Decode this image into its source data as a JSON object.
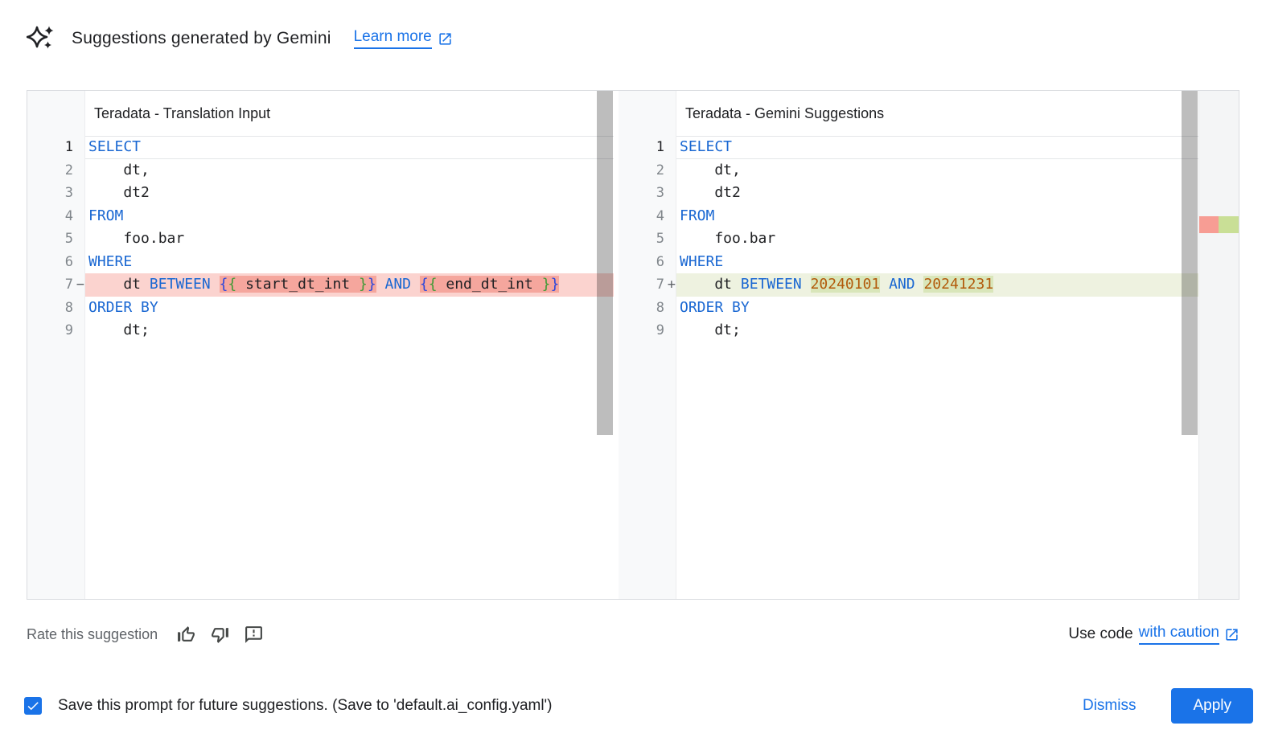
{
  "header": {
    "title": "Suggestions generated by Gemini",
    "learn_more_label": "Learn more"
  },
  "panels": {
    "left": {
      "title": "Teradata - Translation Input",
      "lines": [
        {
          "num": "1",
          "active": true,
          "segments": [
            {
              "t": "SELECT",
              "c": "kw"
            }
          ]
        },
        {
          "num": "2",
          "segments": [
            {
              "t": "    dt,",
              "c": "txt"
            }
          ]
        },
        {
          "num": "3",
          "segments": [
            {
              "t": "    dt2",
              "c": "txt"
            }
          ]
        },
        {
          "num": "4",
          "segments": [
            {
              "t": "FROM",
              "c": "kw"
            }
          ]
        },
        {
          "num": "5",
          "segments": [
            {
              "t": "    foo.bar",
              "c": "txt"
            }
          ]
        },
        {
          "num": "6",
          "segments": [
            {
              "t": "WHERE",
              "c": "kw"
            }
          ]
        },
        {
          "num": "7",
          "marker": "−",
          "type": "del",
          "segments": [
            {
              "t": "    dt ",
              "c": "txt"
            },
            {
              "t": "BETWEEN",
              "c": "kw"
            },
            {
              "t": " ",
              "c": "txt"
            },
            {
              "t": "{",
              "c": "br1",
              "hl": true
            },
            {
              "t": "{",
              "c": "br2",
              "hl": true
            },
            {
              "t": " start_dt_int ",
              "c": "txt",
              "hl": true
            },
            {
              "t": "}",
              "c": "br2",
              "hl": true
            },
            {
              "t": "}",
              "c": "br1",
              "hl": true
            },
            {
              "t": " ",
              "c": "txt"
            },
            {
              "t": "AND",
              "c": "kw"
            },
            {
              "t": " ",
              "c": "txt"
            },
            {
              "t": "{",
              "c": "br1",
              "hl": true
            },
            {
              "t": "{",
              "c": "br2",
              "hl": true
            },
            {
              "t": " end_dt_int ",
              "c": "txt",
              "hl": true
            },
            {
              "t": "}",
              "c": "br2",
              "hl": true
            },
            {
              "t": "}",
              "c": "br1",
              "hl": true
            }
          ]
        },
        {
          "num": "8",
          "segments": [
            {
              "t": "ORDER BY",
              "c": "kw"
            }
          ]
        },
        {
          "num": "9",
          "segments": [
            {
              "t": "    dt;",
              "c": "txt"
            }
          ]
        }
      ]
    },
    "right": {
      "title": "Teradata - Gemini Suggestions",
      "lines": [
        {
          "num": "1",
          "active": true,
          "segments": [
            {
              "t": "SELECT",
              "c": "kw"
            }
          ]
        },
        {
          "num": "2",
          "segments": [
            {
              "t": "    dt,",
              "c": "txt"
            }
          ]
        },
        {
          "num": "3",
          "segments": [
            {
              "t": "    dt2",
              "c": "txt"
            }
          ]
        },
        {
          "num": "4",
          "segments": [
            {
              "t": "FROM",
              "c": "kw"
            }
          ]
        },
        {
          "num": "5",
          "segments": [
            {
              "t": "    foo.bar",
              "c": "txt"
            }
          ]
        },
        {
          "num": "6",
          "segments": [
            {
              "t": "WHERE",
              "c": "kw"
            }
          ]
        },
        {
          "num": "7",
          "marker": "+",
          "type": "add",
          "segments": [
            {
              "t": "    dt ",
              "c": "txt"
            },
            {
              "t": "BETWEEN",
              "c": "kw"
            },
            {
              "t": " ",
              "c": "txt"
            },
            {
              "t": "20240101",
              "c": "num",
              "hl": true
            },
            {
              "t": " ",
              "c": "txt"
            },
            {
              "t": "AND",
              "c": "kw"
            },
            {
              "t": " ",
              "c": "txt"
            },
            {
              "t": "20241231",
              "c": "num",
              "hl": true
            }
          ]
        },
        {
          "num": "8",
          "segments": [
            {
              "t": "ORDER BY",
              "c": "kw"
            }
          ]
        },
        {
          "num": "9",
          "segments": [
            {
              "t": "    dt;",
              "c": "txt"
            }
          ]
        }
      ]
    }
  },
  "footer": {
    "rate_label": "Rate this suggestion",
    "use_code_prefix": "Use code",
    "use_code_link": "with caution"
  },
  "bottom_bar": {
    "checkbox_checked": true,
    "save_label": "Save this prompt for future suggestions. (Save to 'default.ai_config.yaml')",
    "dismiss_label": "Dismiss",
    "apply_label": "Apply"
  },
  "icons": {
    "gemini-sparkle-icon": "four-point star with two small sparkles",
    "external-link-icon": "open-in-new box with arrow",
    "thumbs-up-icon": "outlined thumb up",
    "thumbs-down-icon": "outlined thumb down",
    "feedback-icon": "speech bubble with exclamation mark",
    "checkmark-icon": "white check"
  },
  "colors": {
    "accent_blue": "#1a73e8",
    "keyword_blue": "#1967d2",
    "number_orange": "#b25a0a",
    "bracket_outer_blue": "#2a46dd",
    "bracket_inner_green": "#3f9a35",
    "deleted_line_bg": "#fbd3cf",
    "deleted_word_bg": "#f5a69d",
    "added_line_bg": "#eef2e0",
    "added_word_bg": "#d9e6ba",
    "ruler_deleted": "#f79d94",
    "ruler_added": "#c9df96",
    "gutter_bg": "#f8f9fa"
  }
}
